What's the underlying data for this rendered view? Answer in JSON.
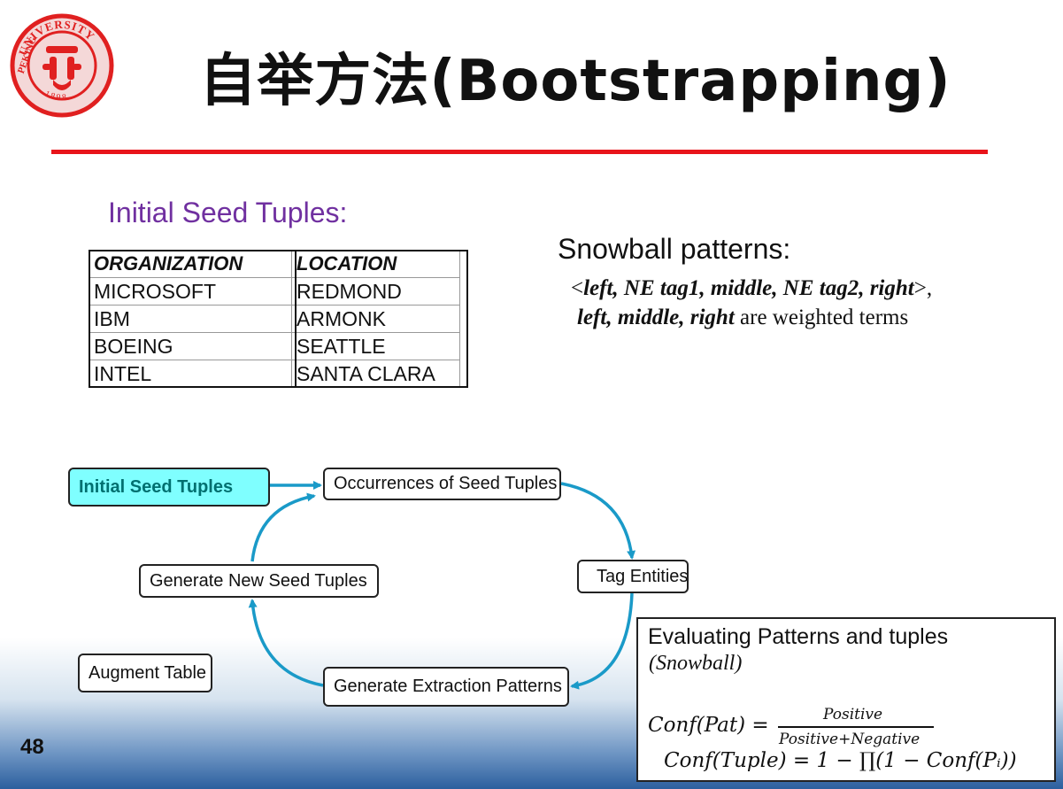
{
  "title": "自举方法(Bootstrapping)",
  "logo": {
    "text_top": "UNIVERSITY",
    "text_left": "PEKING",
    "year": "1898",
    "color": "#e02020"
  },
  "colors": {
    "title_rule": "#e8141a",
    "heading_purple": "#7030a0",
    "arrow_blue": "#1a9ac8",
    "seed_node_fill": "#7fffff"
  },
  "seed_section": {
    "heading": "Initial Seed Tuples:",
    "columns": [
      "ORGANIZATION",
      "LOCATION"
    ],
    "rows": [
      [
        "MICROSOFT",
        "REDMOND"
      ],
      [
        "IBM",
        "ARMONK"
      ],
      [
        "BOEING",
        "SEATTLE"
      ],
      [
        "INTEL",
        "SANTA CLARA"
      ]
    ]
  },
  "snowball": {
    "heading": "Snowball patterns:",
    "pattern_open": "<",
    "pattern_terms": "left, NE tag1, middle, NE tag2, right",
    "pattern_close": ">,",
    "weighted_terms": "left, middle, right",
    "weighted_suffix": " are weighted terms"
  },
  "diagram": {
    "nodes": {
      "initial": "Initial Seed Tuples",
      "occurrences": "Occurrences of Seed Tuples",
      "tag": "Tag Entities",
      "generate_new": "Generate New Seed Tuples",
      "augment": "Augment Table",
      "generate_extraction": "Generate Extraction Patterns"
    }
  },
  "evaluation": {
    "title": "Evaluating Patterns and tuples",
    "subtitle": "(Snowball)",
    "conf_pat_lhs": "Conf(Pat) =",
    "numerator": "Positive",
    "denominator": "Positive+Negative",
    "conf_tuple": "Conf(Tuple) = 1 − ∏(1 − Conf(Pᵢ))"
  },
  "page_number": "48"
}
